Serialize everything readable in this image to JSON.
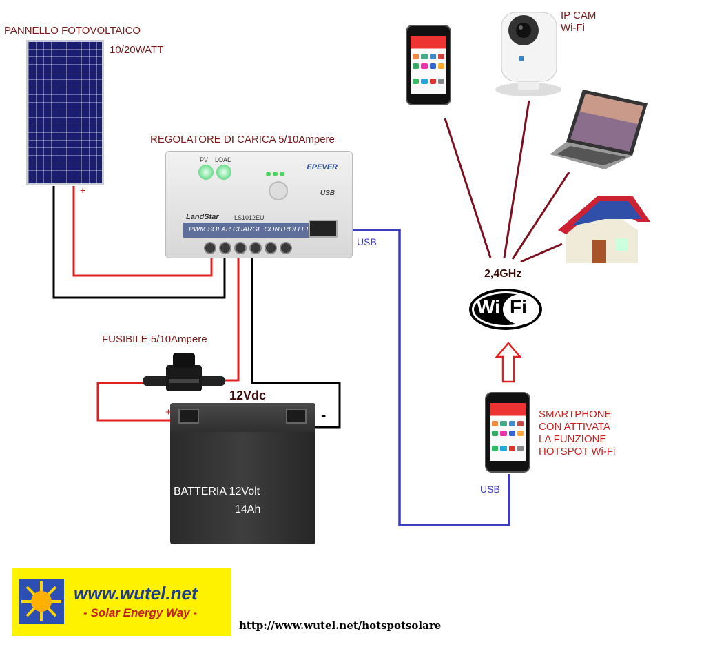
{
  "solar_panel": {
    "title": "PANNELLO FOTOVOLTAICO",
    "power": "10/20WATT",
    "plus": "+"
  },
  "controller": {
    "title": "REGOLATORE DI CARICA 5/10Ampere",
    "brand": "LandStar",
    "model": "LS1012EU",
    "band": "PWM  SOLAR CHARGE CONTROLLER",
    "maker": "EPEVER",
    "pv": "PV",
    "load": "LOAD",
    "usb_mark": "USB"
  },
  "fuse": {
    "title": "FUSIBILE 5/10Ampere"
  },
  "battery": {
    "voltage": "12Vdc",
    "label": "BATTERIA 12Volt",
    "capacity": "14Ah",
    "plus": "+",
    "minus": "-"
  },
  "usb_labels": {
    "controller": "USB",
    "phone": "USB"
  },
  "wifi": {
    "frequency": "2,4GHz",
    "logo_left": "Wi",
    "logo_right": "Fi"
  },
  "ipcam": {
    "line1": "IP CAM",
    "line2": "Wi-Fi"
  },
  "hotspot": {
    "line1": "SMARTPHONE",
    "line2": "CON ATTIVATA",
    "line3": "LA FUNZIONE",
    "line4": "HOTSPOT Wi-Fi"
  },
  "logo": {
    "site": "www.wutel.net",
    "tagline": "- Solar Energy Way -"
  },
  "url": "http://www.wutel.net/hotspotsolare",
  "colors": {
    "positive_wire": "#e02020",
    "negative_wire": "#000000",
    "usb_wire": "#3b3bbf",
    "wifi_link": "#7a1020",
    "label": "#7b1a1a"
  },
  "icons": [
    "solar-panel-icon",
    "charge-controller-icon",
    "fuse-icon",
    "battery-icon",
    "smartphone-icon",
    "ip-camera-icon",
    "laptop-icon",
    "house-icon",
    "wifi-logo-icon",
    "up-arrow-icon",
    "sun-icon"
  ]
}
